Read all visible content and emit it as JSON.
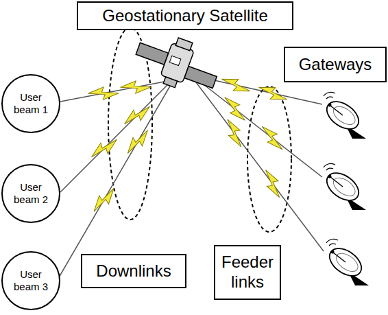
{
  "diagram": {
    "nodes": [
      {
        "text": [
          "Geostationary Satellite"
        ]
      },
      {
        "text": [
          "Gateways"
        ]
      },
      {
        "text": [
          "User beam 1"
        ]
      },
      {
        "text": [
          "User beam 2"
        ]
      },
      {
        "text": [
          "User beam 3"
        ]
      },
      {
        "text": [
          "Downlinks"
        ]
      },
      {
        "text": [
          "Feeder links"
        ]
      }
    ]
  }
}
